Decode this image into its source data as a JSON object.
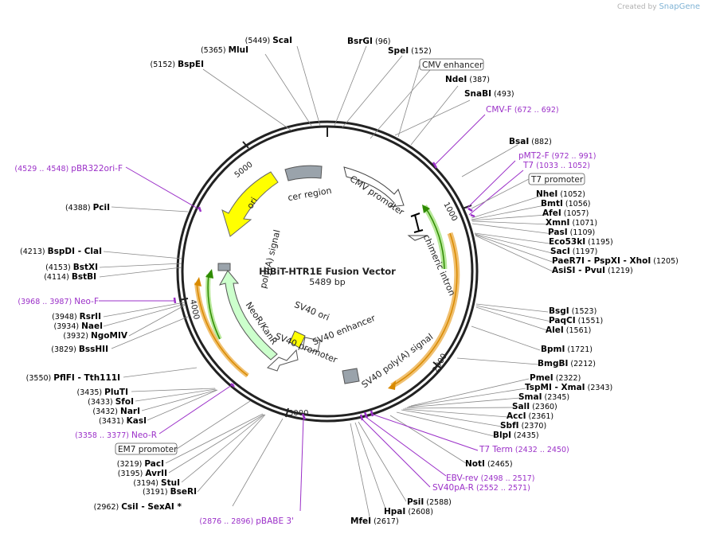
{
  "credit": {
    "prefix": "Created by",
    "brand": "SnapGene"
  },
  "plasmid": {
    "name": "HiBiT-HTR1E Fusion Vector",
    "size": "5489 bp",
    "length": 5489
  },
  "ticks": [
    "1000",
    "2000",
    "3000",
    "4000",
    "5000"
  ],
  "colors": {
    "enzyme": "#000000",
    "primer": "#9b30c8",
    "feature_label_box": "#555555"
  },
  "sites": [
    {
      "name": "ScaI",
      "pos": "(5449)"
    },
    {
      "name": "MluI",
      "pos": "(5365)"
    },
    {
      "name": "BspEI",
      "pos": "(5152)"
    },
    {
      "name": "BsrGI",
      "pos": "(96)"
    },
    {
      "name": "SpeI",
      "pos": "(152)"
    },
    {
      "name": "NdeI",
      "pos": "(387)"
    },
    {
      "name": "SnaBI",
      "pos": "(493)"
    },
    {
      "name": "BsaI",
      "pos": "(882)"
    },
    {
      "name": "NheI",
      "pos": "(1052)"
    },
    {
      "name": "BmtI",
      "pos": "(1056)"
    },
    {
      "name": "AfeI",
      "pos": "(1057)"
    },
    {
      "name": "XmnI",
      "pos": "(1071)"
    },
    {
      "name": "PasI",
      "pos": "(1109)"
    },
    {
      "name": "Eco53kI",
      "pos": "(1195)"
    },
    {
      "name": "SacI",
      "pos": "(1197)"
    },
    {
      "name": "PaeR7I - PspXI - XhoI",
      "pos": "(1205)"
    },
    {
      "name": "AsiSI - PvuI",
      "pos": "(1219)"
    },
    {
      "name": "BsgI",
      "pos": "(1523)"
    },
    {
      "name": "PaqCI",
      "pos": "(1551)"
    },
    {
      "name": "AleI",
      "pos": "(1561)"
    },
    {
      "name": "BpmI",
      "pos": "(1721)"
    },
    {
      "name": "BmgBI",
      "pos": "(2212)"
    },
    {
      "name": "PmeI",
      "pos": "(2322)"
    },
    {
      "name": "TspMI - XmaI",
      "pos": "(2343)"
    },
    {
      "name": "SmaI",
      "pos": "(2345)"
    },
    {
      "name": "SalI",
      "pos": "(2360)"
    },
    {
      "name": "AccI",
      "pos": "(2361)"
    },
    {
      "name": "SbfI",
      "pos": "(2370)"
    },
    {
      "name": "BlpI",
      "pos": "(2435)"
    },
    {
      "name": "NotI",
      "pos": "(2465)"
    },
    {
      "name": "PsiI",
      "pos": "(2588)"
    },
    {
      "name": "HpaI",
      "pos": "(2608)"
    },
    {
      "name": "MfeI",
      "pos": "(2617)"
    },
    {
      "name": "PciI",
      "pos": "(4388)"
    },
    {
      "name": "BspDI - ClaI",
      "pos": "(4213)"
    },
    {
      "name": "BstXI",
      "pos": "(4153)"
    },
    {
      "name": "BstBI",
      "pos": "(4114)"
    },
    {
      "name": "RsrII",
      "pos": "(3948)"
    },
    {
      "name": "NaeI",
      "pos": "(3934)"
    },
    {
      "name": "NgoMIV",
      "pos": "(3932)"
    },
    {
      "name": "BssHII",
      "pos": "(3829)"
    },
    {
      "name": "PflFI - Tth111I",
      "pos": "(3550)"
    },
    {
      "name": "PluTI",
      "pos": "(3435)"
    },
    {
      "name": "SfoI",
      "pos": "(3433)"
    },
    {
      "name": "NarI",
      "pos": "(3432)"
    },
    {
      "name": "KasI",
      "pos": "(3431)"
    },
    {
      "name": "PacI",
      "pos": "(3219)"
    },
    {
      "name": "AvrII",
      "pos": "(3195)"
    },
    {
      "name": "StuI",
      "pos": "(3194)"
    },
    {
      "name": "BseRI",
      "pos": "(3191)"
    },
    {
      "name": "CsiI - SexAI *",
      "pos": "(2962)"
    }
  ],
  "primers": [
    {
      "name": "CMV-F",
      "range": "(672 .. 692)"
    },
    {
      "name": "pMT2-F",
      "range": "(972 .. 991)"
    },
    {
      "name": "T7",
      "range": "(1033 .. 1052)"
    },
    {
      "name": "T7 Term",
      "range": "(2432 .. 2450)"
    },
    {
      "name": "EBV-rev",
      "range": "(2498 .. 2517)"
    },
    {
      "name": "SV40pA-R",
      "range": "(2552 .. 2571)"
    },
    {
      "name": "pBABE 3'",
      "range": "(2876 .. 2896)"
    },
    {
      "name": "Neo-R",
      "range": "(3358 .. 3377)"
    },
    {
      "name": "Neo-F",
      "range": "(3968 .. 3987)"
    },
    {
      "name": "pBR322ori-F",
      "range": "(4529 .. 4548)"
    }
  ],
  "boxed_labels": [
    "CMV enhancer",
    "T7 promoter",
    "EM7 promoter"
  ],
  "features": {
    "cmv_promoter": "CMV promoter",
    "chimeric_intron": "chimeric intron",
    "sv40_polya": "SV40 poly(A) signal",
    "sv40_promoter": "SV40 promoter",
    "sv40_enhancer": "SV40 enhancer",
    "sv40_ori": "SV40 ori",
    "neo": "NeoR/KanR",
    "polya": "poly(A) signal",
    "ori": "ori",
    "cer": "cer region"
  }
}
